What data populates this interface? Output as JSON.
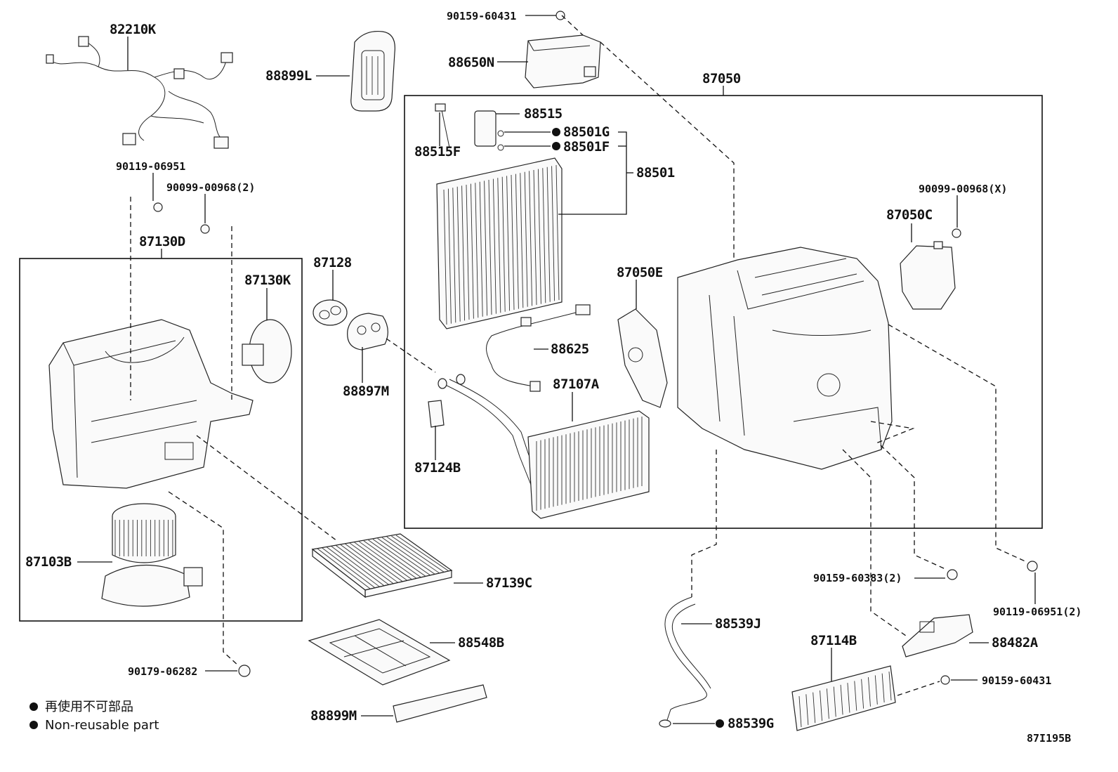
{
  "labels": {
    "p82210K": "82210K",
    "p88899L": "88899L",
    "p90159_60431_top": "90159-60431",
    "p88650N": "88650N",
    "p87050": "87050",
    "p88515": "88515",
    "p88501G": "88501G",
    "p88515F": "88515F",
    "p88501F": "88501F",
    "p88501": "88501",
    "p90119_06951": "90119-06951",
    "p90099_00968_2": "90099-00968(2)",
    "p90099_00968_X": "90099-00968(X)",
    "p87050C": "87050C",
    "p87130D": "87130D",
    "p87128": "87128",
    "p87130K": "87130K",
    "p87050E": "87050E",
    "p88625": "88625",
    "p87107A": "87107A",
    "p88897M": "88897M",
    "p87124B": "87124B",
    "p87103B": "87103B",
    "p87139C": "87139C",
    "p90159_60383_2": "90159-60383(2)",
    "p90119_06951_2": "90119-06951(2)",
    "p88539J": "88539J",
    "p88548B": "88548B",
    "p87114B": "87114B",
    "p88482A": "88482A",
    "p90179_06282": "90179-06282",
    "p90159_60431_bot": "90159-60431",
    "p88899M": "88899M",
    "p88539G": "88539G"
  },
  "legend": {
    "jp": "再使用不可部品",
    "en": "Non-reusable part"
  },
  "diagram_id": "87I195B"
}
